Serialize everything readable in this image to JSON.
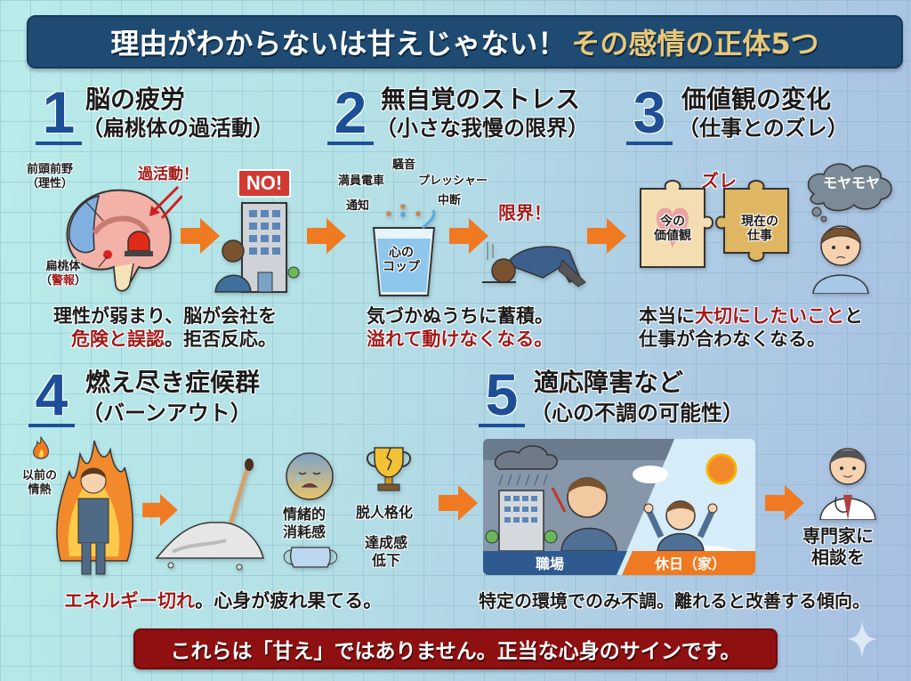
{
  "title": {
    "main": "理由がわからないは甘えじゃない！",
    "highlight": "その感情の正体5つ"
  },
  "sections": [
    {
      "number": "1",
      "title": "脳の疲労",
      "subtitle": "（扁桃体の過活動）",
      "labels": {
        "prefrontal": "前頭前野",
        "prefrontal_sub": "（理性）",
        "overactive": "過活動！",
        "amygdala": "扁桃体",
        "amygdala_open": "（",
        "amygdala_alarm": "警報",
        "amygdala_close": "）",
        "no_sign": "NO!"
      },
      "caption_line1": "理性が弱まり、脳が会社を",
      "caption_line2_red": "危険と誤認",
      "caption_line2_rest": "。拒否反応。"
    },
    {
      "number": "2",
      "title": "無自覚のストレス",
      "subtitle": "（小さな我慢の限界）",
      "labels": {
        "noise": "騒音",
        "crowded_train": "満員電車",
        "pressure": "プレッシャー",
        "notification": "通知",
        "interruption": "中断",
        "cup_line1": "心の",
        "cup_line2": "コップ",
        "limit": "限界！"
      },
      "caption_line1": "気づかぬうちに蓄積。",
      "caption_line2_red": "溢れて動けなくなる。"
    },
    {
      "number": "3",
      "title": "価値観の変化",
      "subtitle": "（仕事とのズレ）",
      "labels": {
        "gap": "ズレ",
        "piece1_line1": "今の",
        "piece1_line2": "価値観",
        "piece2_line1": "現在の",
        "piece2_line2": "仕事",
        "thought": "モヤモヤ"
      },
      "caption_line1_pre": "本当に",
      "caption_line1_red": "大切にしたいこと",
      "caption_line1_post": "と",
      "caption_line2": "仕事が合わなくなる。"
    },
    {
      "number": "4",
      "title": "燃え尽き症候群",
      "subtitle": "（バーンアウト）",
      "labels": {
        "passion_line1": "以前の",
        "passion_line2": "情熱",
        "exhaustion_line1": "情緒的",
        "exhaustion_line2": "消耗感",
        "depersonalization": "脱人格化",
        "achievement_line1": "達成感",
        "achievement_line2": "低下"
      },
      "caption_red": "エネルギー切れ",
      "caption_rest": "。心身が疲れ果てる。"
    },
    {
      "number": "5",
      "title": "適応障害など",
      "subtitle": "（心の不調の可能性）",
      "labels": {
        "workplace": "職場",
        "holiday": "休日（家）",
        "expert_line1": "専門家に",
        "expert_line2": "相談を"
      },
      "caption": "特定の環境でのみ不調。離れると改善する傾向。"
    }
  ],
  "footer": {
    "message": "これらは「甘え」ではありません。正当な心身のサインです。"
  },
  "colors": {
    "title_bg": "#1f4a72",
    "title_gold": "#e8c878",
    "number_blue": "#1d4f96",
    "accent_red": "#a11a1a",
    "arrow_orange": "#f07a22",
    "footer_bg": "#8e1010"
  }
}
